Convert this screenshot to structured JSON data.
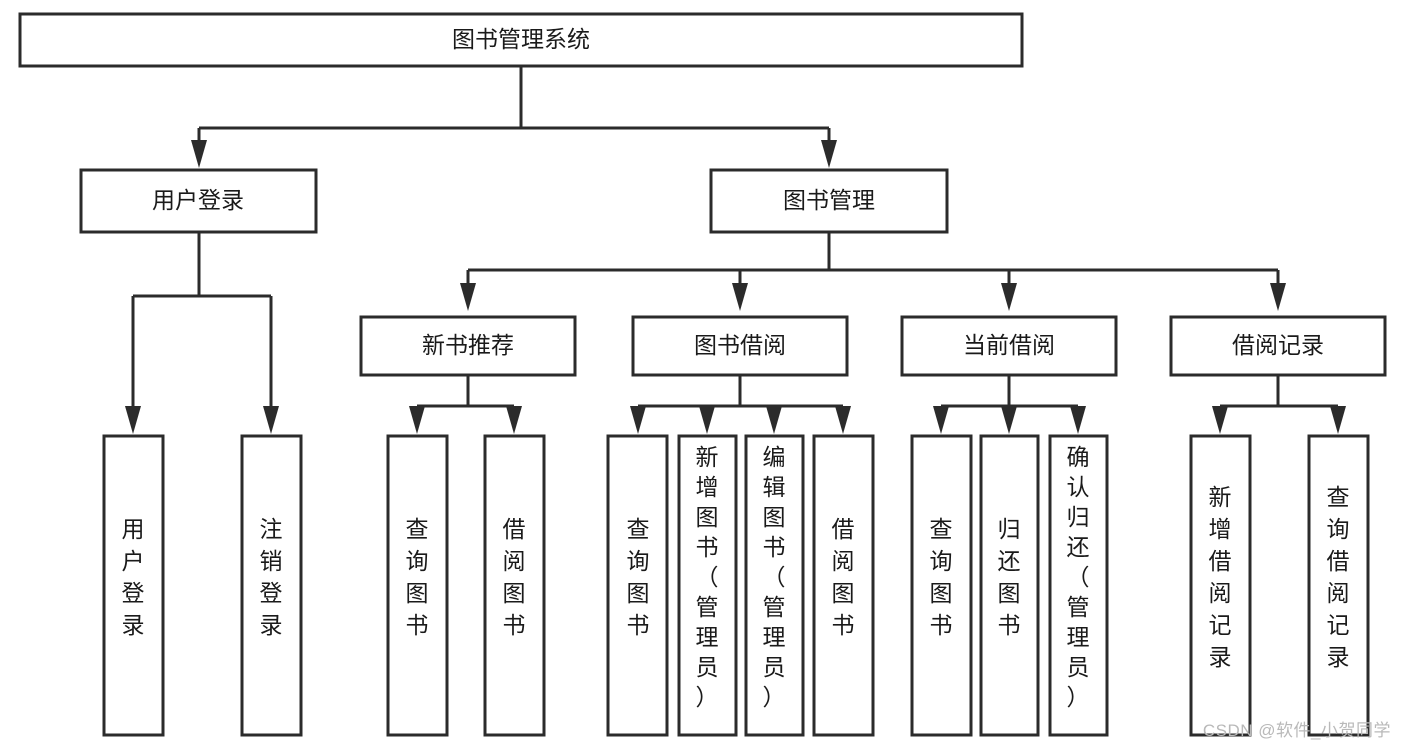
{
  "diagram": {
    "title": "图书管理系统",
    "watermark": "CSDN @软件_小贺同学",
    "stroke_color": "#2b2b2b",
    "fill_color": "#ffffff",
    "text_color": "#1a1a1a",
    "watermark_color": "#b9b9b9",
    "levels": {
      "root": {
        "label": "图书管理系统"
      },
      "level1": [
        {
          "label": "用户登录"
        },
        {
          "label": "图书管理"
        }
      ],
      "level2": [
        {
          "label": "新书推荐"
        },
        {
          "label": "图书借阅"
        },
        {
          "label": "当前借阅"
        },
        {
          "label": "借阅记录"
        }
      ]
    },
    "nodes": {
      "root": "图书管理系统",
      "user_login": "用户登录",
      "book_manage": "图书管理",
      "new_book_rec": "新书推荐",
      "book_borrow": "图书借阅",
      "current_borrow": "当前借阅",
      "borrow_record": "借阅记录",
      "leaf_user_login": "用户登录",
      "leaf_user_logout": "注销登录",
      "leaf_query_book_1": "查询图书",
      "leaf_borrow_book_1": "借阅图书",
      "leaf_query_book_2": "查询图书",
      "leaf_add_book_admin": "新增图书（管理员）",
      "leaf_edit_book_admin": "编辑图书（管理员）",
      "leaf_borrow_book_2": "借阅图书",
      "leaf_query_book_3": "查询图书",
      "leaf_return_book": "归还图书",
      "leaf_confirm_return_admin": "确认归还（管理员）",
      "leaf_add_record": "新增借阅记录",
      "leaf_query_record": "查询借阅记录"
    },
    "tree": [
      {
        "label": "用户登录",
        "children": [
          "用户登录",
          "注销登录"
        ]
      },
      {
        "label": "图书管理",
        "children": [
          {
            "label": "新书推荐",
            "children": [
              "查询图书",
              "借阅图书"
            ]
          },
          {
            "label": "图书借阅",
            "children": [
              "查询图书",
              "新增图书（管理员）",
              "编辑图书（管理员）",
              "借阅图书"
            ]
          },
          {
            "label": "当前借阅",
            "children": [
              "查询图书",
              "归还图书",
              "确认归还（管理员）"
            ]
          },
          {
            "label": "借阅记录",
            "children": [
              "新增借阅记录",
              "查询借阅记录"
            ]
          }
        ]
      }
    ]
  }
}
